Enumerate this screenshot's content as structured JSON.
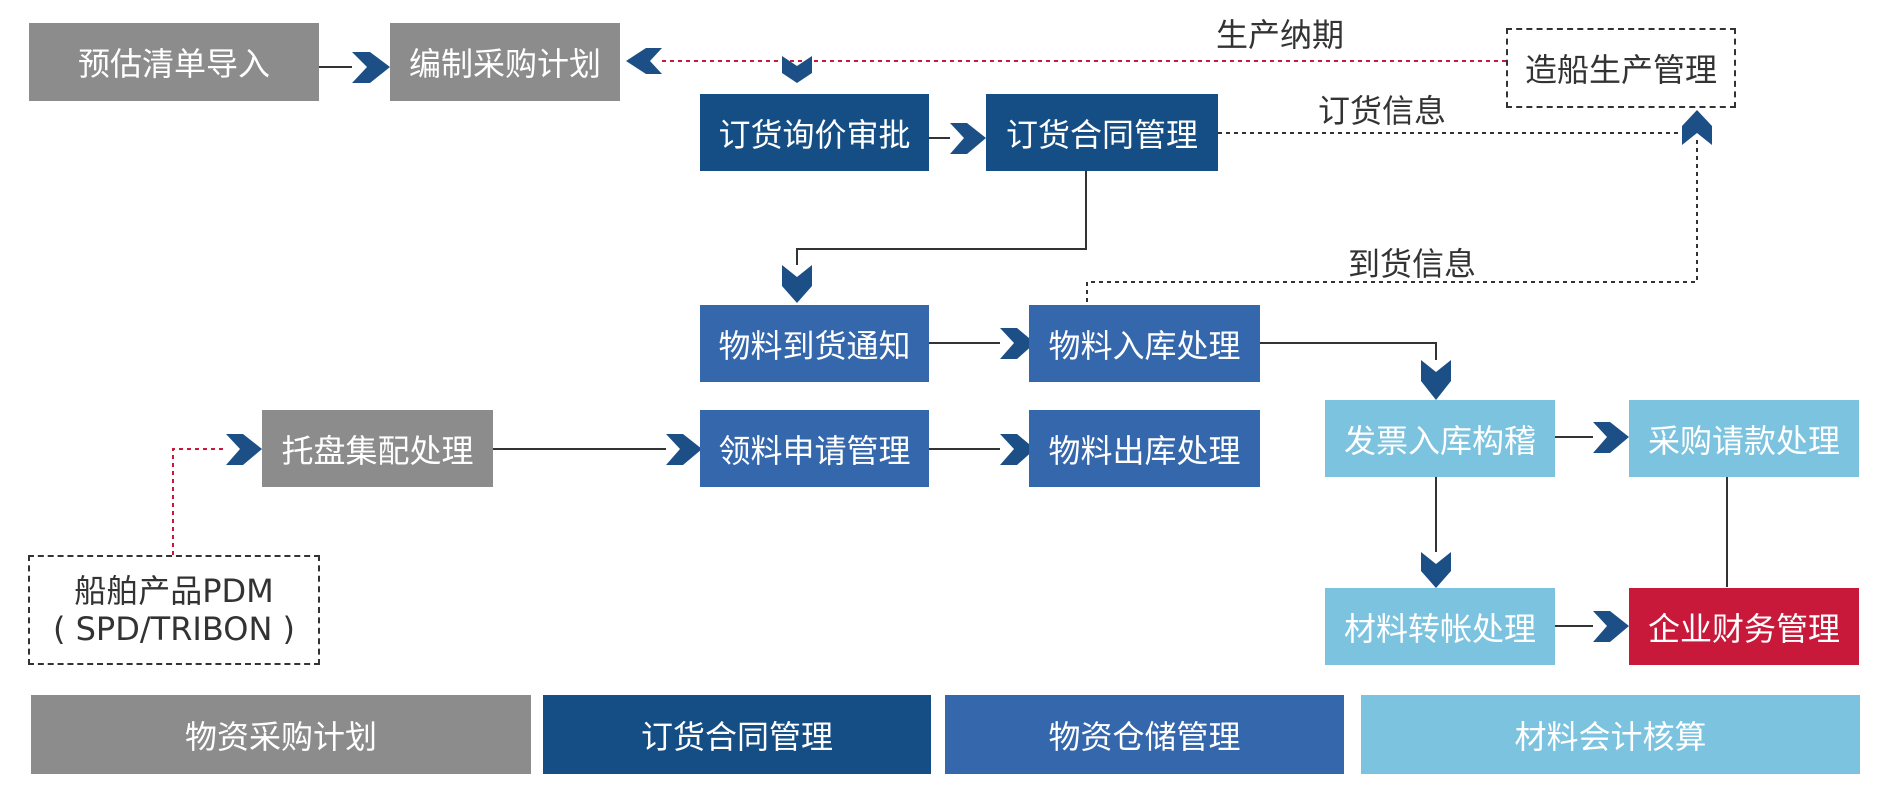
{
  "colors": {
    "gray": "#8c8c8c",
    "dark_blue": "#154e85",
    "mid_blue": "#3567ad",
    "light_blue": "#7cc3e0",
    "red": "#c8193b",
    "arrow": "#1b4f86",
    "link_red": "#c8193b",
    "line": "#333333"
  },
  "nodes": {
    "estimate_import": "预估清单导入",
    "compile_plan": "编制采购计划",
    "shipbuilding_mgmt": "造船生产管理",
    "order_approval": "订货询价审批",
    "order_contract": "订货合同管理",
    "arrival_notice": "物料到货通知",
    "inbound": "物料入库处理",
    "pallet": "托盘集配处理",
    "requisition": "领料申请管理",
    "outbound": "物料出库处理",
    "invoice": "发票入库构稽",
    "payment": "采购请款处理",
    "transfer": "材料转帐处理",
    "finance": "企业财务管理",
    "pdm_line1": "船舶产品PDM",
    "pdm_line2": "( SPD/TRIBON )"
  },
  "labels": {
    "production_date": "生产纳期",
    "order_info": "订货信息",
    "arrival_info": "到货信息"
  },
  "legend": [
    {
      "label": "物资采购计划",
      "color": "#8c8c8c"
    },
    {
      "label": "订货合同管理",
      "color": "#154e85"
    },
    {
      "label": "物资仓储管理",
      "color": "#3567ad"
    },
    {
      "label": "材料会计核算",
      "color": "#7cc3e0"
    }
  ]
}
